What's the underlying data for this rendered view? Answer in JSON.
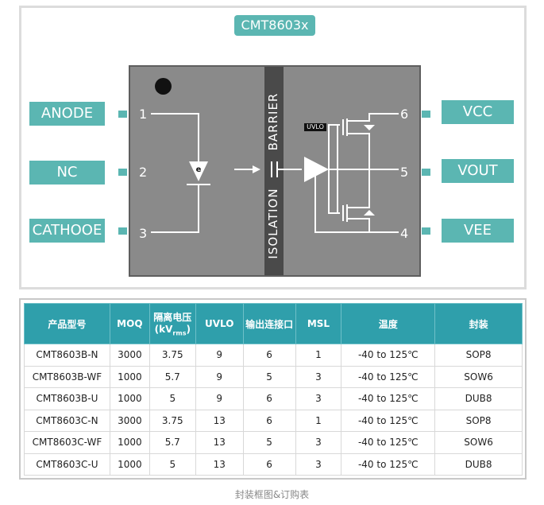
{
  "colors": {
    "teal": "#5bb6b2",
    "chip": "#8a8a8a",
    "barrier": "#4a4a4a",
    "header": "#2f9fab"
  },
  "diagram": {
    "title": "CMT8603x",
    "barrier_top": "BARRIER",
    "barrier_bottom": "ISOLATION",
    "uvlo_tag": "UVLO",
    "led_letter": "e",
    "left_pins": [
      {
        "label": "ANODE",
        "num": "1"
      },
      {
        "label": "NC",
        "num": "2"
      },
      {
        "label": "CATHOOE",
        "num": "3"
      }
    ],
    "right_pins": [
      {
        "label": "VCC",
        "num": "6"
      },
      {
        "label": "VOUT",
        "num": "5"
      },
      {
        "label": "VEE",
        "num": "4"
      }
    ]
  },
  "table": {
    "headers": [
      "产品型号",
      "MOQ",
      "隔离电压",
      "UVLO",
      "输出连接口",
      "MSL",
      "温度",
      "封装"
    ],
    "voltage_unit_prefix": "(kV",
    "voltage_unit_sub": "rms",
    "voltage_unit_suffix": ")",
    "rows": [
      [
        "CMT8603B-N",
        "3000",
        "3.75",
        "9",
        "6",
        "1",
        "-40 to 125℃",
        "SOP8"
      ],
      [
        "CMT8603B-WF",
        "1000",
        "5.7",
        "9",
        "5",
        "3",
        "-40 to 125℃",
        "SOW6"
      ],
      [
        "CMT8603B-U",
        "1000",
        "5",
        "9",
        "6",
        "3",
        "-40 to 125℃",
        "DUB8"
      ],
      [
        "CMT8603C-N",
        "3000",
        "3.75",
        "13",
        "6",
        "1",
        "-40 to 125℃",
        "SOP8"
      ],
      [
        "CMT8603C-WF",
        "1000",
        "5.7",
        "13",
        "5",
        "3",
        "-40 to 125℃",
        "SOW6"
      ],
      [
        "CMT8603C-U",
        "1000",
        "5",
        "13",
        "6",
        "3",
        "-40 to 125℃",
        "DUB8"
      ]
    ]
  },
  "caption": "封装框图&订购表"
}
